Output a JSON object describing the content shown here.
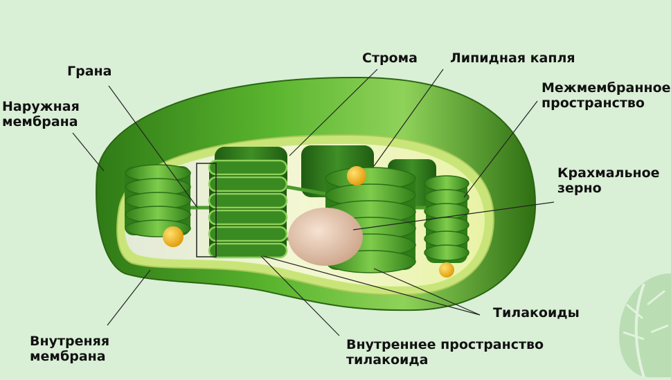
{
  "labels": {
    "grana": "Грана",
    "outer_membrane": [
      "Наружная",
      "мембрана"
    ],
    "stroma": "Строма",
    "lipid_droplet": "Липидная капля",
    "intermembrane_space": [
      "Межмембранное",
      "пространство"
    ],
    "starch_grain": [
      "Крахмальное",
      "зерно"
    ],
    "thylakoids": "Тилакоиды",
    "inner_membrane": [
      "Внутреняя",
      "мембрана"
    ],
    "thylakoid_lumen": [
      "Внутреннее пространство",
      "тилакоида"
    ]
  },
  "colors": {
    "background": "#d9efd6",
    "outer_membrane": "#3f8f1f",
    "inner_membrane": "#c9e57a",
    "stroma": "#eef5c9",
    "thylakoid": "#4a9a2c",
    "starch": "#e6c4ad",
    "lipid": "#f0b51c",
    "leaf": "#b7dcb0"
  }
}
